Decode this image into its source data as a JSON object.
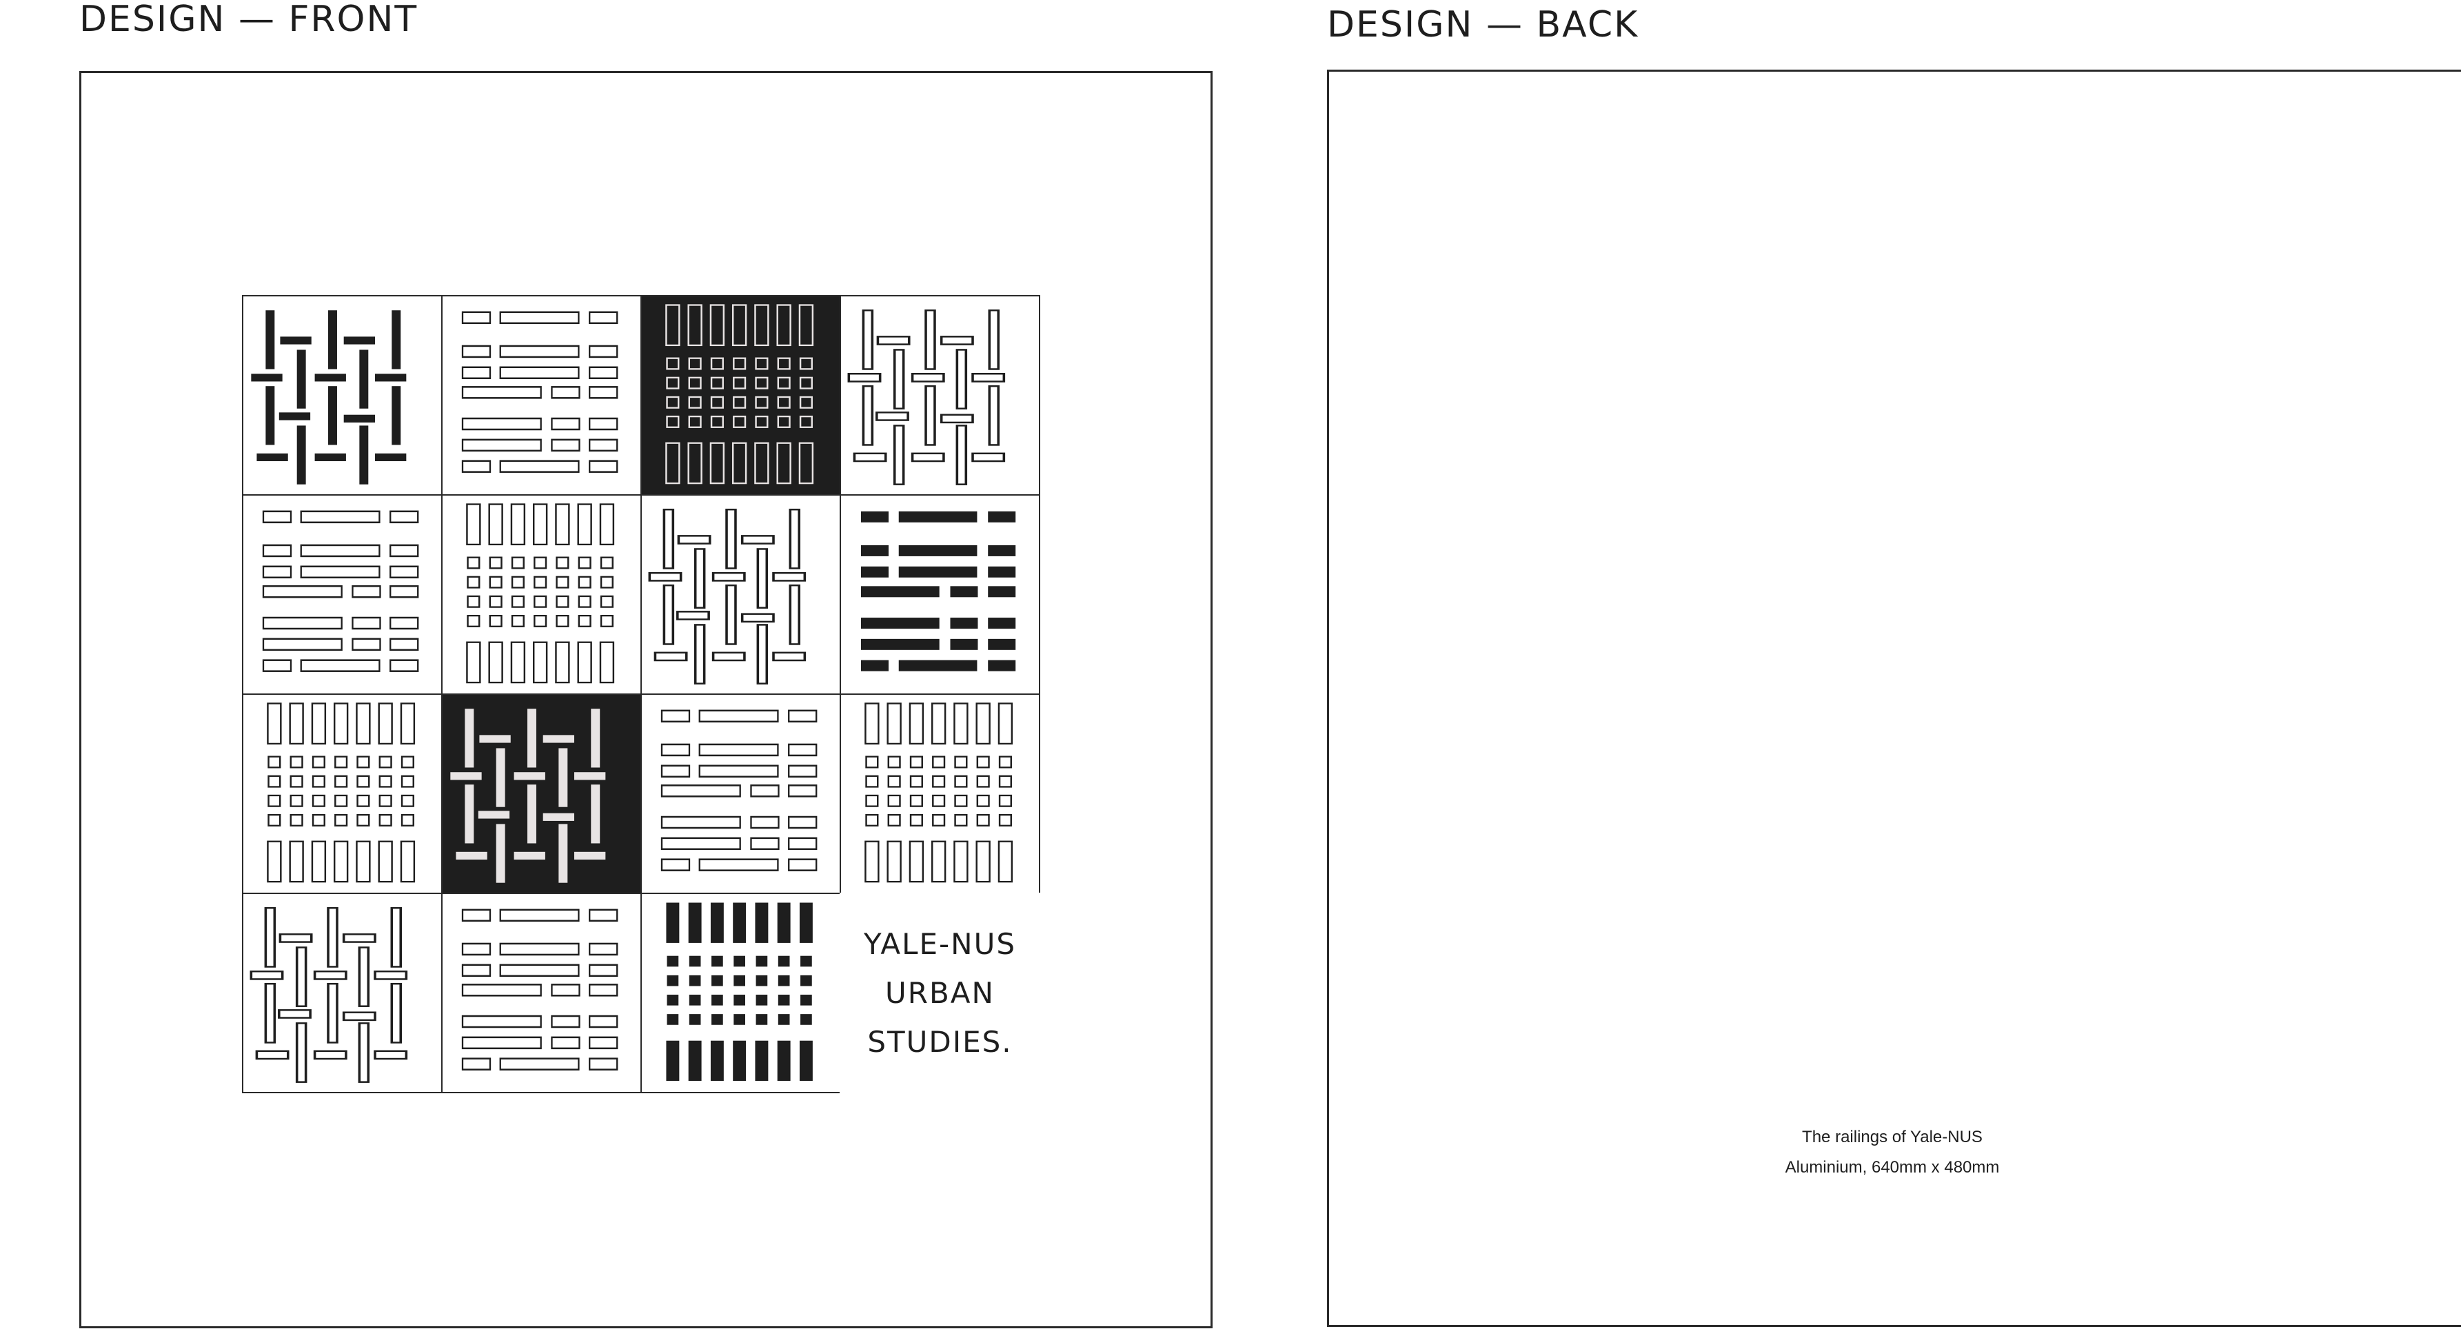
{
  "front": {
    "title": "DESIGN — FRONT",
    "tiles": [
      {
        "pattern": "weave",
        "style": "solid-dark"
      },
      {
        "pattern": "bars",
        "style": "outline"
      },
      {
        "pattern": "grid",
        "style": "outline-on-dark"
      },
      {
        "pattern": "weave",
        "style": "outline"
      },
      {
        "pattern": "bars",
        "style": "outline"
      },
      {
        "pattern": "grid",
        "style": "outline"
      },
      {
        "pattern": "weave",
        "style": "outline"
      },
      {
        "pattern": "bars",
        "style": "solid-dark"
      },
      {
        "pattern": "grid",
        "style": "outline"
      },
      {
        "pattern": "weave",
        "style": "light-on-dark"
      },
      {
        "pattern": "bars",
        "style": "outline"
      },
      {
        "pattern": "grid",
        "style": "outline"
      },
      {
        "pattern": "weave",
        "style": "outline"
      },
      {
        "pattern": "bars",
        "style": "outline"
      },
      {
        "pattern": "grid",
        "style": "solid-dark"
      },
      {
        "pattern": "brand",
        "style": "text"
      }
    ],
    "brand_lines": [
      "YALE-NUS",
      "URBAN",
      "STUDIES."
    ]
  },
  "back": {
    "title": "DESIGN — BACK",
    "caption_line1": "The railings of Yale-NUS",
    "caption_line2": "Aluminium, 640mm x 480mm"
  },
  "colors": {
    "ink": "#1e1e1e",
    "paper": "#ffffff",
    "light": "#e8e4e4"
  }
}
